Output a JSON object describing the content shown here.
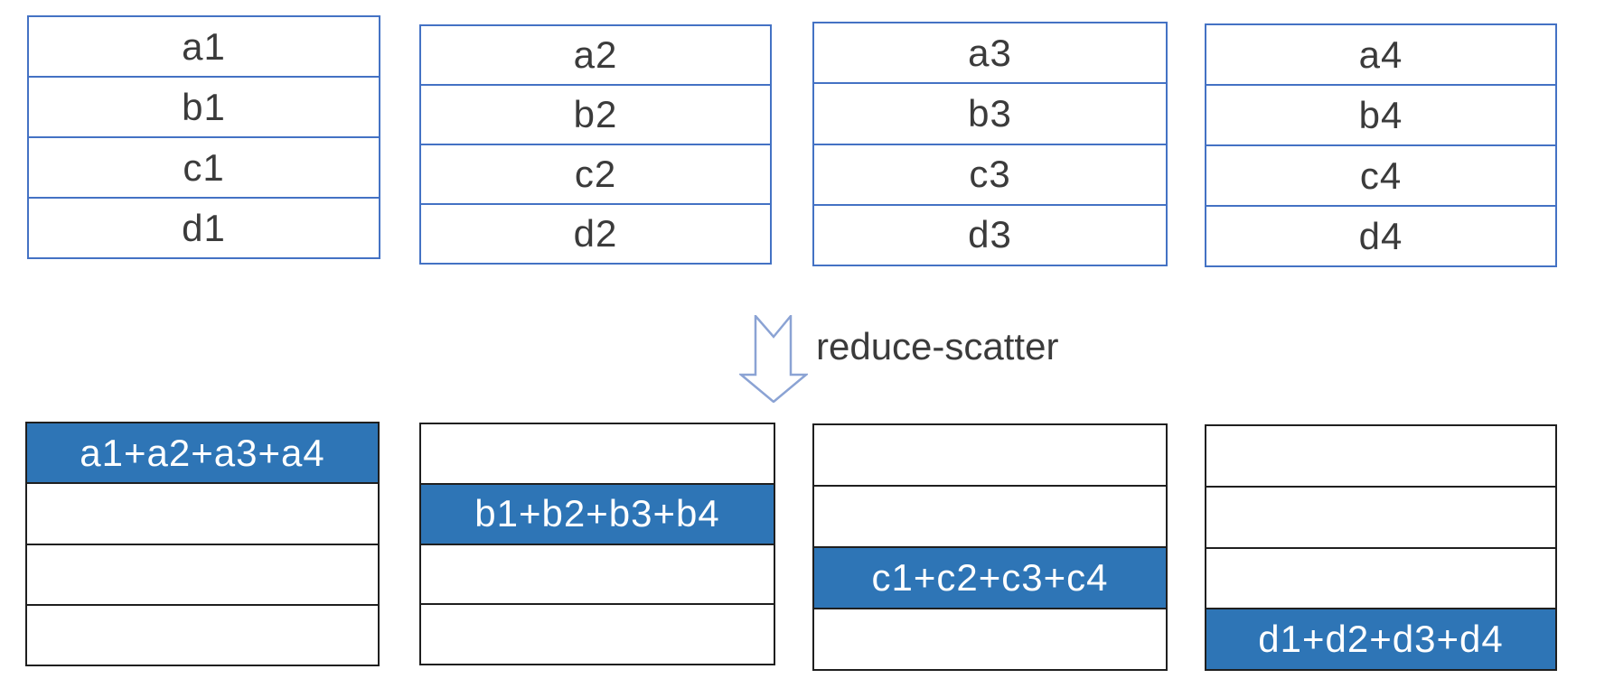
{
  "diagram": {
    "operation_label": "reduce-scatter",
    "top_tables": [
      {
        "rows": [
          "a1",
          "b1",
          "c1",
          "d1"
        ]
      },
      {
        "rows": [
          "a2",
          "b2",
          "c2",
          "d2"
        ]
      },
      {
        "rows": [
          "a3",
          "b3",
          "c3",
          "d3"
        ]
      },
      {
        "rows": [
          "a4",
          "b4",
          "c4",
          "d4"
        ]
      }
    ],
    "bottom_tables": [
      {
        "highlight_row": 0,
        "rows": [
          "a1+a2+a3+a4",
          "",
          "",
          ""
        ]
      },
      {
        "highlight_row": 1,
        "rows": [
          "",
          "b1+b2+b3+b4",
          "",
          ""
        ]
      },
      {
        "highlight_row": 2,
        "rows": [
          "",
          "",
          "c1+c2+c3+c4",
          ""
        ]
      },
      {
        "highlight_row": 3,
        "rows": [
          "",
          "",
          "",
          "d1+d2+d3+d4"
        ]
      }
    ],
    "colors": {
      "top_table_border": "#4472C4",
      "bottom_table_border": "#1F1F1F",
      "highlight_fill": "#2E75B6",
      "highlight_text": "#FFFFFF",
      "text": "#3B3B3B",
      "arrow_outline": "#8BA3D4"
    }
  }
}
